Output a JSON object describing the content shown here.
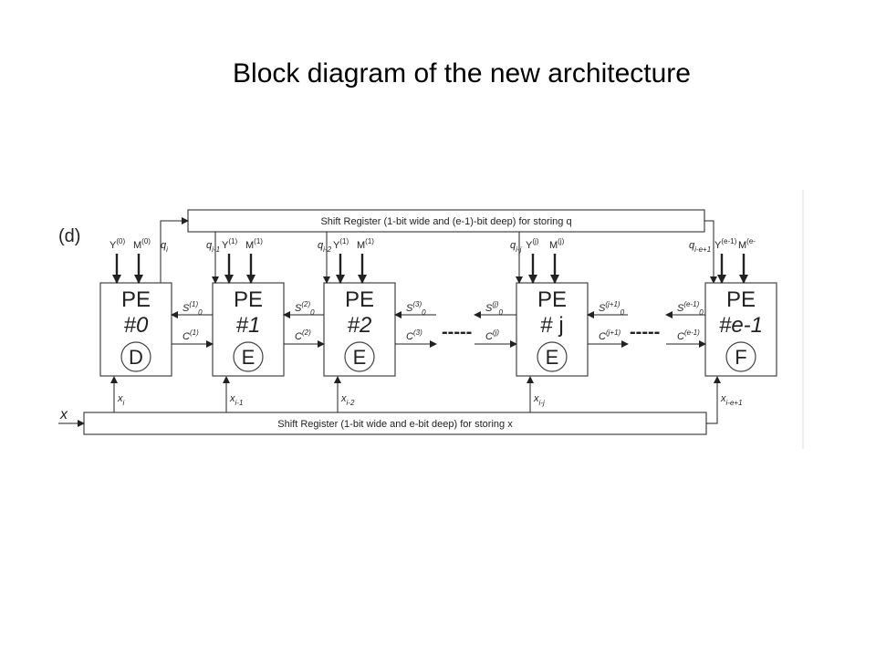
{
  "slide": {
    "title": "Block diagram of the new architecture"
  },
  "diagram": {
    "panel_label": "(d)",
    "top_register": "Shift Register (1-bit wide and (e-1)-bit deep) for storing q",
    "bottom_register": "Shift Register (1-bit wide and e-bit deep) for storing x",
    "x_input": "x",
    "ellipsis": "-----",
    "blocks": [
      {
        "pe": "PE",
        "num": "#0",
        "type": "D",
        "q": "q",
        "q_sub": "i",
        "y": "Y",
        "y_sup": "(0)",
        "m": "M",
        "m_sup": "(0)",
        "x": "x",
        "x_sub": "i"
      },
      {
        "pe": "PE",
        "num": "#1",
        "type": "E",
        "q": "q",
        "q_sub": "i-1",
        "y": "Y",
        "y_sup": "(1)",
        "m": "M",
        "m_sup": "(1)",
        "x": "x",
        "x_sub": "i-1"
      },
      {
        "pe": "PE",
        "num": "#2",
        "type": "E",
        "q": "q",
        "q_sub": "i-2",
        "y": "Y",
        "y_sup": "(1)",
        "m": "M",
        "m_sup": "(1)",
        "x": "x",
        "x_sub": "i-2"
      },
      {
        "pe": "PE",
        "num": "# j",
        "type": "E",
        "q": "q",
        "q_sub": "i-j",
        "y": "Y",
        "y_sup": "(j)",
        "m": "M",
        "m_sup": "(j)",
        "x": "x",
        "x_sub": "i-j"
      },
      {
        "pe": "PE",
        "num": "#e-1",
        "type": "F",
        "q": "q",
        "q_sub": "i-e+1",
        "y": "Y",
        "y_sup": "(e-1)",
        "m": "M",
        "m_sup": "(e-",
        "x": "x",
        "x_sub": "i-e+1"
      }
    ],
    "links": [
      {
        "s": "S",
        "s_sup": "(1)",
        "s_sub": "0",
        "c": "C",
        "c_sup": "(1)"
      },
      {
        "s": "S",
        "s_sup": "(2)",
        "s_sub": "0",
        "c": "C",
        "c_sup": "(2)"
      },
      {
        "s": "S",
        "s_sup": "(3)",
        "s_sub": "0",
        "c": "C",
        "c_sup": "(3)"
      },
      {
        "s": "S",
        "s_sup": "(j)",
        "s_sub": "0",
        "c": "C",
        "c_sup": "(j)"
      },
      {
        "s": "S",
        "s_sup": "(j+1)",
        "s_sub": "0",
        "c": "C",
        "c_sup": "(j+1)"
      },
      {
        "s": "S",
        "s_sup": "(e-1)",
        "s_sub": "0",
        "c": "C",
        "c_sup": "(e-1)"
      }
    ]
  }
}
